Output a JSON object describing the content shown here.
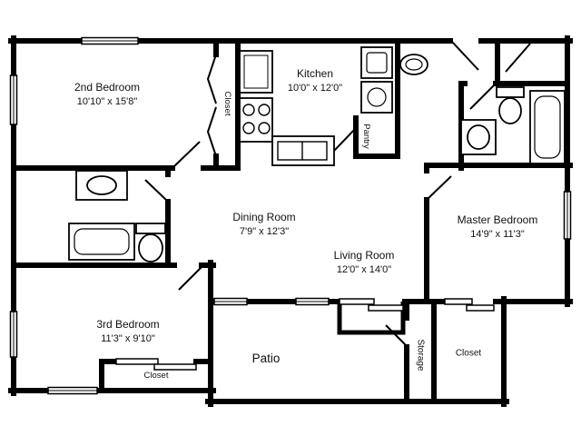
{
  "rooms": {
    "second_bedroom": {
      "label": "2nd Bedroom",
      "dims": "10'10\" x 15'8\""
    },
    "kitchen": {
      "label": "Kitchen",
      "dims": "10'0\" x 12'0\""
    },
    "dining_room": {
      "label": "Dining Room",
      "dims": "7'9\" x 12'3\""
    },
    "living_room": {
      "label": "Living Room",
      "dims": "12'0\" x 14'0\""
    },
    "master_bedroom": {
      "label": "Master Bedroom",
      "dims": "14'9\" x 11'3\""
    },
    "third_bedroom": {
      "label": "3rd Bedroom",
      "dims": "11'3\" x 9'10\""
    },
    "patio": {
      "label": "Patio"
    },
    "storage": {
      "label": "Storage"
    },
    "pantry": {
      "label": "Pantry"
    },
    "closet_hall": {
      "label": "Closet"
    },
    "closet_third_bedroom": {
      "label": "Closet"
    },
    "closet_master": {
      "label": "Closet"
    }
  },
  "colors": {
    "wall": "#000000",
    "background": "#ffffff",
    "text": "#111111"
  }
}
